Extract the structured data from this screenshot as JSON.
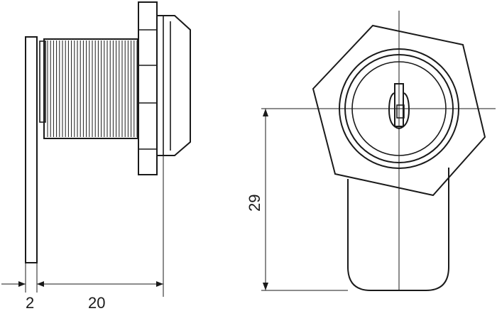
{
  "drawing": {
    "dimensions": {
      "plate_thickness": "2",
      "body_length": "20",
      "center_offset": "29"
    }
  }
}
